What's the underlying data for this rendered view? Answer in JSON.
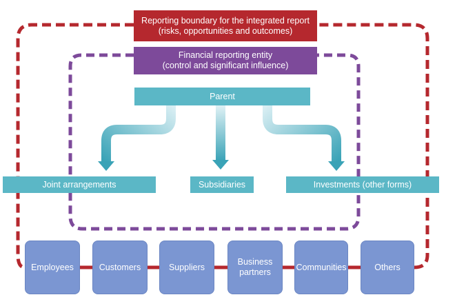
{
  "boundary": {
    "title_line1": "Reporting boundary for the integrated report",
    "title_line2": "(risks, opportunities and outcomes)",
    "color": "#b5282e"
  },
  "entity": {
    "title_line1": "Financial reporting entity",
    "title_line2": "(control and significant influence)",
    "color": "#7d4a9a"
  },
  "parent": {
    "label": "Parent"
  },
  "branches": [
    {
      "label": "Joint arrangements"
    },
    {
      "label": "Subsidiaries"
    },
    {
      "label": "Investments (other forms)"
    }
  ],
  "stakeholders": [
    {
      "line1": "Employees",
      "line2": ""
    },
    {
      "line1": "Customers",
      "line2": ""
    },
    {
      "line1": "Suppliers",
      "line2": ""
    },
    {
      "line1": "Business",
      "line2": "partners"
    },
    {
      "line1": "Communities",
      "line2": ""
    },
    {
      "line1": "Others",
      "line2": ""
    }
  ],
  "colors": {
    "teal": "#5bb7c6",
    "stakeholder": "#7b96d2",
    "connector": "#b5282e"
  }
}
